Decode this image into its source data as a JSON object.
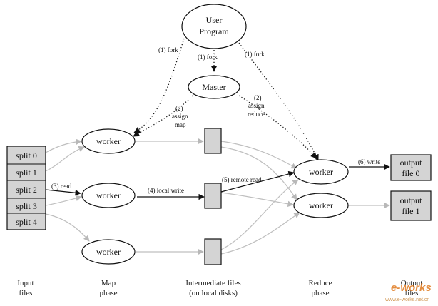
{
  "nodes": {
    "user_program": [
      "User",
      "Program"
    ],
    "master": "Master",
    "worker": "worker"
  },
  "splits": [
    "split 0",
    "split 1",
    "split 2",
    "split 3",
    "split 4"
  ],
  "outputs": [
    [
      "output",
      "file 0"
    ],
    [
      "output",
      "file 1"
    ]
  ],
  "edge_labels": {
    "fork_left": "(1) fork",
    "fork_mid": "(1) fork",
    "fork_right": "(1) fork",
    "assign_map": [
      "(2)",
      "assign",
      "map"
    ],
    "assign_reduce": [
      "(2)",
      "assign",
      "reduce"
    ],
    "read": "(3) read",
    "local_write": "(4) local write",
    "remote_read": "(5) remote read",
    "write": "(6) write"
  },
  "phases": {
    "input": [
      "Input",
      "files"
    ],
    "map": [
      "Map",
      "phase"
    ],
    "intermediate": [
      "Intermediate files",
      "(on local disks)"
    ],
    "reduce": [
      "Reduce",
      "phase"
    ],
    "output": [
      "Output",
      "files"
    ]
  },
  "watermark": {
    "main": "e-works",
    "sub": "www.e-works.net.cn"
  }
}
